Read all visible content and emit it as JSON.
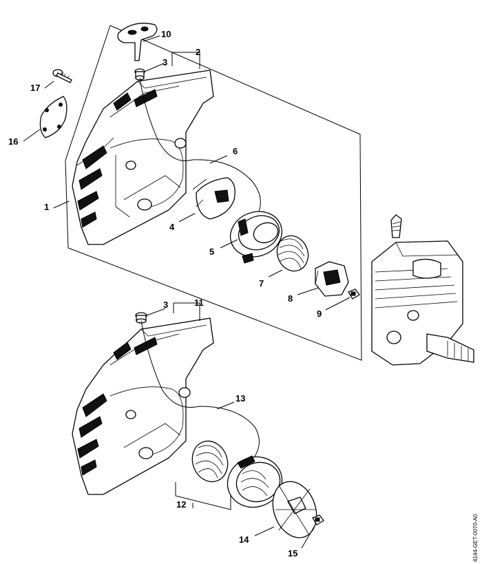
{
  "callouts": {
    "c1": "1",
    "c2": "2",
    "c3a": "3",
    "c3b": "3",
    "c4": "4",
    "c5": "5",
    "c6": "6",
    "c7": "7",
    "c8": "8",
    "c9": "9",
    "c10": "10",
    "c11": "11",
    "c12": "12",
    "c13": "13",
    "c14": "14",
    "c15": "15",
    "c16": "16",
    "c17": "17"
  },
  "document_code": "4144-GET-0070-A0"
}
